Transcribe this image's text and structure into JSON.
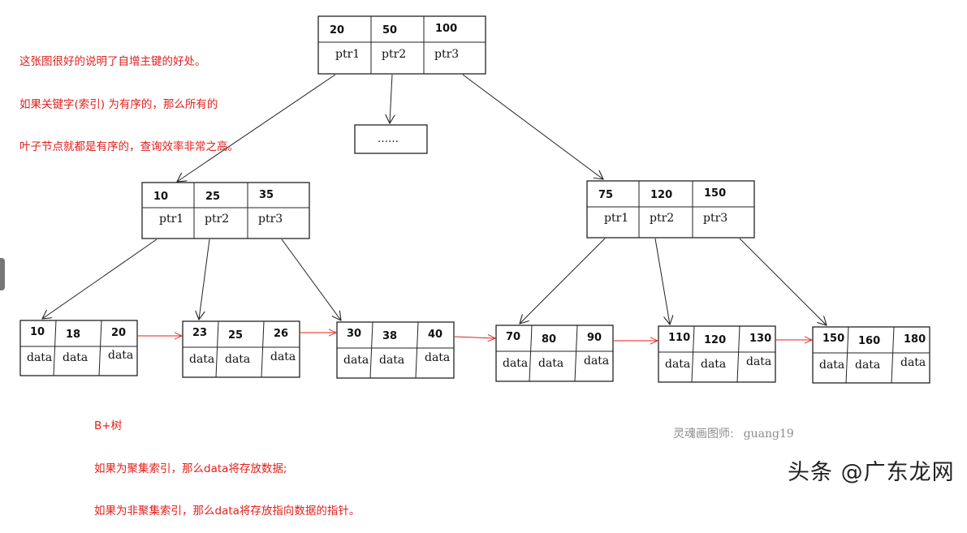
{
  "notes": {
    "top_lines": [
      "这张图很好的说明了自增主键的好处。",
      "如果关键字(索引) 为有序的，那么所有的",
      "叶子节点就都是有序的，查询效率非常之高。"
    ],
    "bottom_title": "B+树",
    "bottom_lines": [
      "如果为聚集索引，那么data将存放数据;",
      "如果为非聚集索引，那么data将存放指向数据的指针。"
    ]
  },
  "credit": {
    "label": "灵魂画图师:",
    "author": "guang19"
  },
  "watermark": "头条 @广东龙网",
  "colors": {
    "note": "#e0201c",
    "line": "#222222",
    "link": "#e0201c",
    "credit": "#8c8c8c"
  },
  "tree": {
    "root": {
      "keys": [
        "20",
        "50",
        "100"
      ],
      "ptrs": [
        "ptr1",
        "ptr2",
        "ptr3"
      ]
    },
    "ellipsis": "……",
    "internal": [
      {
        "keys": [
          "10",
          "25",
          "35"
        ],
        "ptrs": [
          "ptr1",
          "ptr2",
          "ptr3"
        ]
      },
      {
        "keys": [
          "75",
          "120",
          "150"
        ],
        "ptrs": [
          "ptr1",
          "ptr2",
          "ptr3"
        ]
      }
    ],
    "leaves": [
      {
        "keys": [
          "10",
          "18",
          "20"
        ],
        "data": [
          "data",
          "data",
          "data"
        ]
      },
      {
        "keys": [
          "23",
          "25",
          "26"
        ],
        "data": [
          "data",
          "data",
          "data"
        ]
      },
      {
        "keys": [
          "30",
          "38",
          "40"
        ],
        "data": [
          "data",
          "data",
          "data"
        ]
      },
      {
        "keys": [
          "70",
          "80",
          "90"
        ],
        "data": [
          "data",
          "data",
          "data"
        ]
      },
      {
        "keys": [
          "110",
          "120",
          "130"
        ],
        "data": [
          "data",
          "data",
          "data"
        ]
      },
      {
        "keys": [
          "150",
          "160",
          "180"
        ],
        "data": [
          "data",
          "data",
          "data"
        ]
      }
    ]
  }
}
